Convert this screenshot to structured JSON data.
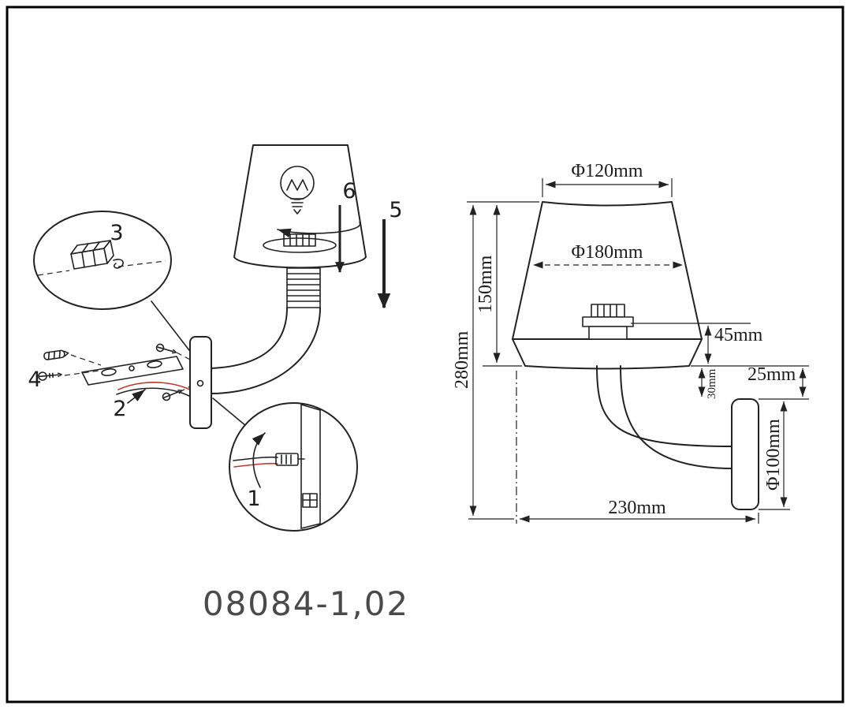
{
  "model_number": "08084-1,02",
  "steps": {
    "s1": "1",
    "s2": "2",
    "s3": "3",
    "s4": "4",
    "s5": "5",
    "s6": "6"
  },
  "dimensions": {
    "shade_top_diameter": "Φ120mm",
    "shade_bottom_diameter": "Φ180mm",
    "shade_height": "150mm",
    "overall_height": "280mm",
    "trim_height": "45mm",
    "gap_height": "25mm",
    "arm_gap": "30mm",
    "backplate_diameter": "Φ100mm",
    "overall_depth": "230mm"
  },
  "colors": {
    "line": "#222222",
    "wire_red": "#c0392b",
    "model_text": "#4a4a4a"
  }
}
